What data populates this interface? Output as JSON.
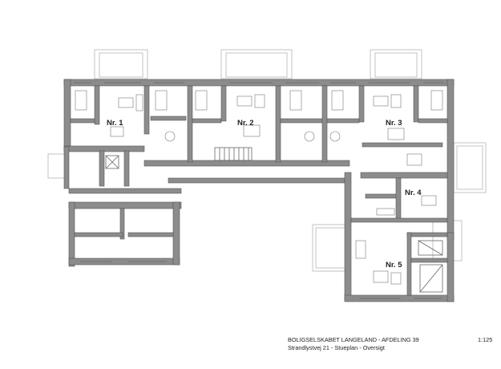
{
  "units": [
    {
      "label": "Nr. 1"
    },
    {
      "label": "Nr. 2"
    },
    {
      "label": "Nr. 3"
    },
    {
      "label": "Nr. 4"
    },
    {
      "label": "Nr. 5"
    }
  ],
  "title_block": {
    "line1": "BOLIGSELSKABET LANGELAND - AFDELING 39",
    "line2": "Strandlystvej 21 - Stueplan - Oversigt",
    "scale": "1:125"
  }
}
